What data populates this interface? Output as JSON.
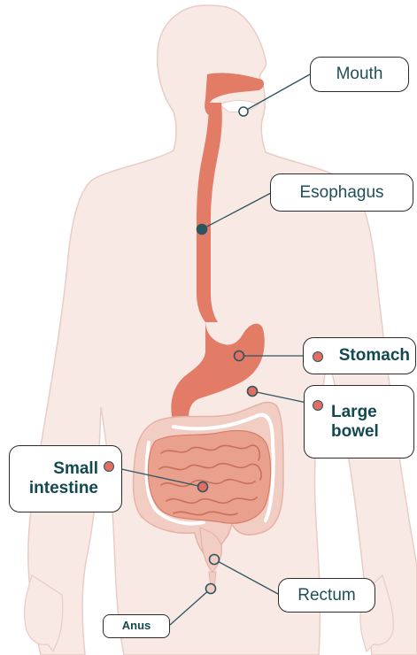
{
  "labels": {
    "mouth": "Mouth",
    "esophagus": "Esophagus",
    "stomach": "Stomach",
    "large_bowel": "Large\nbowel",
    "small_intestine": "Small\nintestine",
    "rectum": "Rectum",
    "anus": "Anus"
  },
  "colors": {
    "body_fill": "#f8e9e5",
    "body_stroke": "#e8cdc6",
    "organ_fill": "#e27c66",
    "intestine_fill": "#e9a08d",
    "bowel_fill": "#f2cdc3",
    "label_text": "#1d4a52",
    "marker_fill": "#e26e61"
  }
}
